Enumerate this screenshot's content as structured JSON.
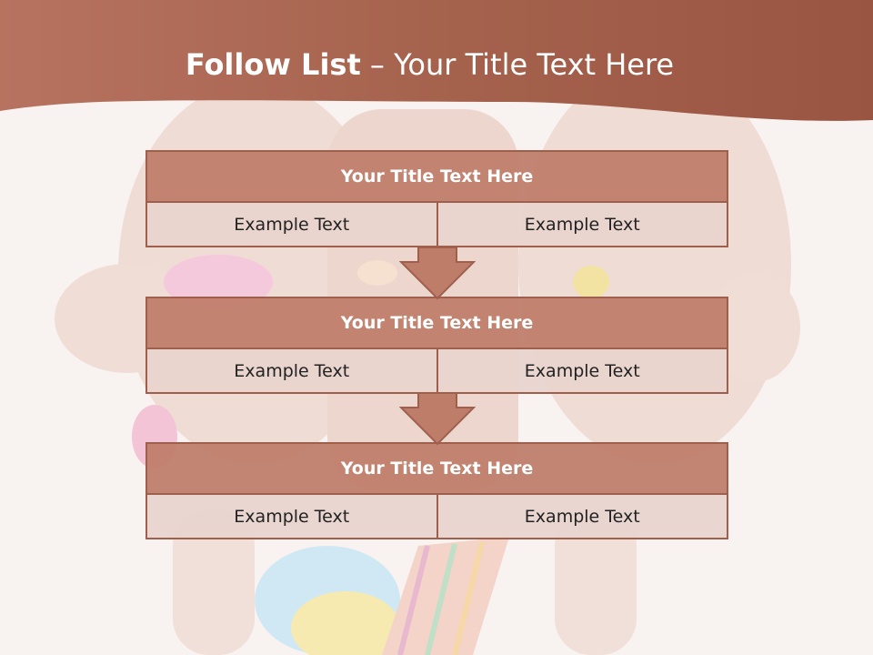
{
  "slide": {
    "title_bold": "Follow List",
    "title_rest": "– Your Title Text Here"
  },
  "steps": [
    {
      "title": "Your Title Text Here",
      "left": "Example Text",
      "right": "Example Text"
    },
    {
      "title": "Your Title Text Here",
      "left": "Example Text",
      "right": "Example Text"
    },
    {
      "title": "Your Title Text Here",
      "left": "Example Text",
      "right": "Example Text"
    }
  ],
  "colors": {
    "header": "#a5624d",
    "box_title_fill": "#be7d69",
    "box_cell_fill": "#e8d4ce",
    "border": "#9e5f4c"
  }
}
